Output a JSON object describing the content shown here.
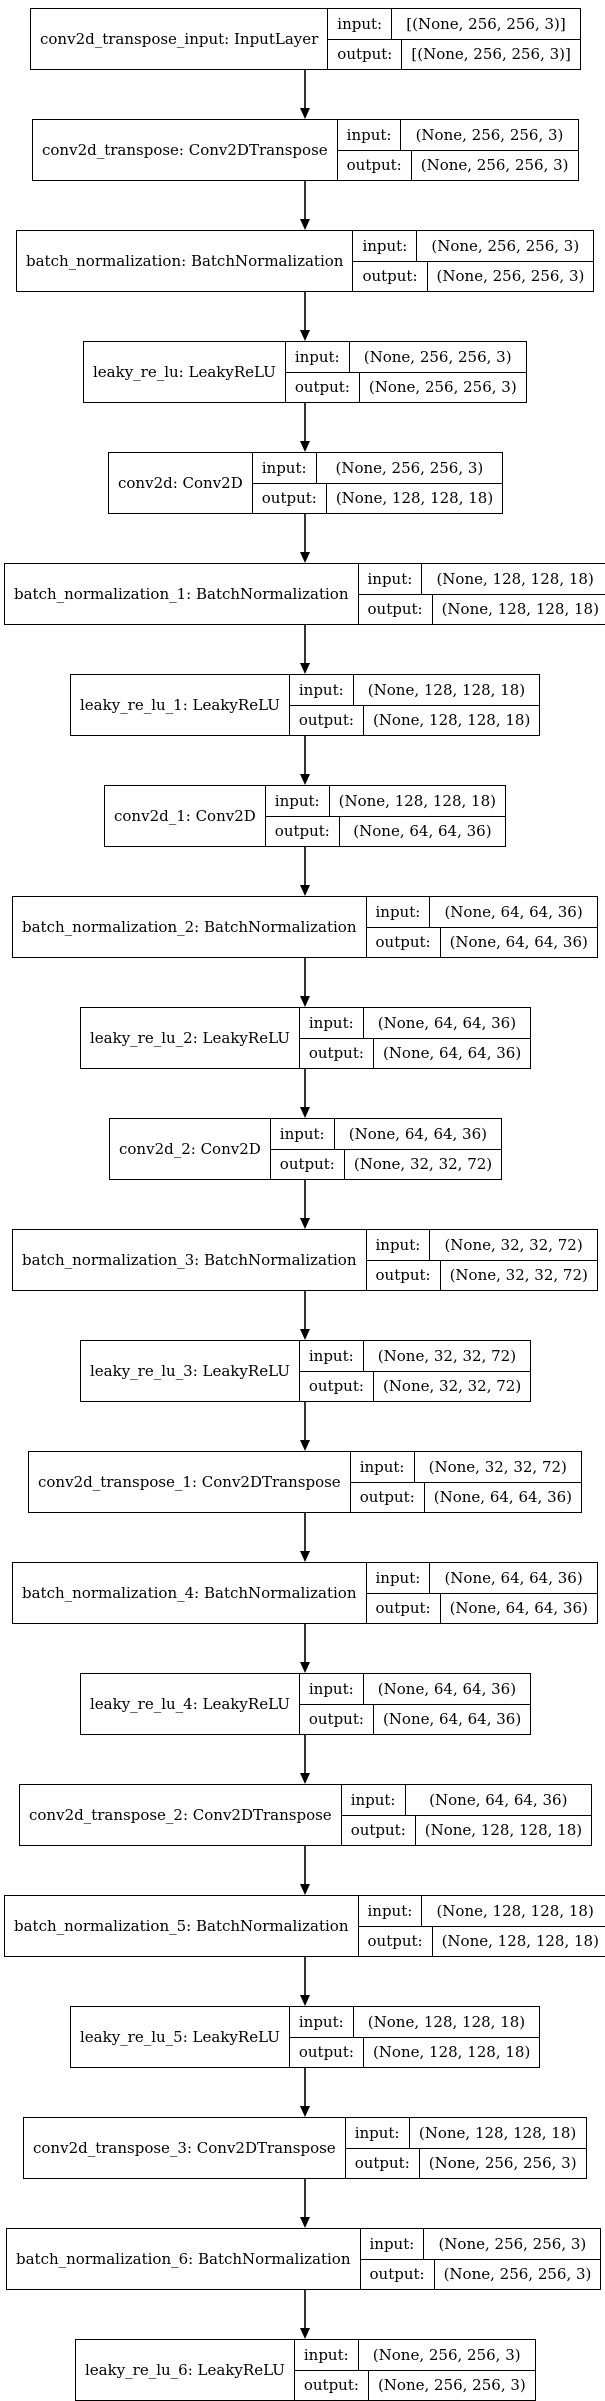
{
  "diagram": {
    "io_labels": {
      "input": "input:",
      "output": "output:"
    },
    "layers": [
      {
        "name": "conv2d_transpose_input: InputLayer",
        "input": "[(None, 256, 256, 3)]",
        "output": "[(None, 256, 256, 3)]"
      },
      {
        "name": "conv2d_transpose: Conv2DTranspose",
        "input": "(None, 256, 256, 3)",
        "output": "(None, 256, 256, 3)"
      },
      {
        "name": "batch_normalization: BatchNormalization",
        "input": "(None, 256, 256, 3)",
        "output": "(None, 256, 256, 3)"
      },
      {
        "name": "leaky_re_lu: LeakyReLU",
        "input": "(None, 256, 256, 3)",
        "output": "(None, 256, 256, 3)"
      },
      {
        "name": "conv2d: Conv2D",
        "input": "(None, 256, 256, 3)",
        "output": "(None, 128, 128, 18)"
      },
      {
        "name": "batch_normalization_1: BatchNormalization",
        "input": "(None, 128, 128, 18)",
        "output": "(None, 128, 128, 18)"
      },
      {
        "name": "leaky_re_lu_1: LeakyReLU",
        "input": "(None, 128, 128, 18)",
        "output": "(None, 128, 128, 18)"
      },
      {
        "name": "conv2d_1: Conv2D",
        "input": "(None, 128, 128, 18)",
        "output": "(None, 64, 64, 36)"
      },
      {
        "name": "batch_normalization_2: BatchNormalization",
        "input": "(None, 64, 64, 36)",
        "output": "(None, 64, 64, 36)"
      },
      {
        "name": "leaky_re_lu_2: LeakyReLU",
        "input": "(None, 64, 64, 36)",
        "output": "(None, 64, 64, 36)"
      },
      {
        "name": "conv2d_2: Conv2D",
        "input": "(None, 64, 64, 36)",
        "output": "(None, 32, 32, 72)"
      },
      {
        "name": "batch_normalization_3: BatchNormalization",
        "input": "(None, 32, 32, 72)",
        "output": "(None, 32, 32, 72)"
      },
      {
        "name": "leaky_re_lu_3: LeakyReLU",
        "input": "(None, 32, 32, 72)",
        "output": "(None, 32, 32, 72)"
      },
      {
        "name": "conv2d_transpose_1: Conv2DTranspose",
        "input": "(None, 32, 32, 72)",
        "output": "(None, 64, 64, 36)"
      },
      {
        "name": "batch_normalization_4: BatchNormalization",
        "input": "(None, 64, 64, 36)",
        "output": "(None, 64, 64, 36)"
      },
      {
        "name": "leaky_re_lu_4: LeakyReLU",
        "input": "(None, 64, 64, 36)",
        "output": "(None, 64, 64, 36)"
      },
      {
        "name": "conv2d_transpose_2: Conv2DTranspose",
        "input": "(None, 64, 64, 36)",
        "output": "(None, 128, 128, 18)"
      },
      {
        "name": "batch_normalization_5: BatchNormalization",
        "input": "(None, 128, 128, 18)",
        "output": "(None, 128, 128, 18)"
      },
      {
        "name": "leaky_re_lu_5: LeakyReLU",
        "input": "(None, 128, 128, 18)",
        "output": "(None, 128, 128, 18)"
      },
      {
        "name": "conv2d_transpose_3: Conv2DTranspose",
        "input": "(None, 128, 128, 18)",
        "output": "(None, 256, 256, 3)"
      },
      {
        "name": "batch_normalization_6: BatchNormalization",
        "input": "(None, 256, 256, 3)",
        "output": "(None, 256, 256, 3)"
      },
      {
        "name": "leaky_re_lu_6: LeakyReLU",
        "input": "(None, 256, 256, 3)",
        "output": "(None, 256, 256, 3)"
      }
    ]
  }
}
